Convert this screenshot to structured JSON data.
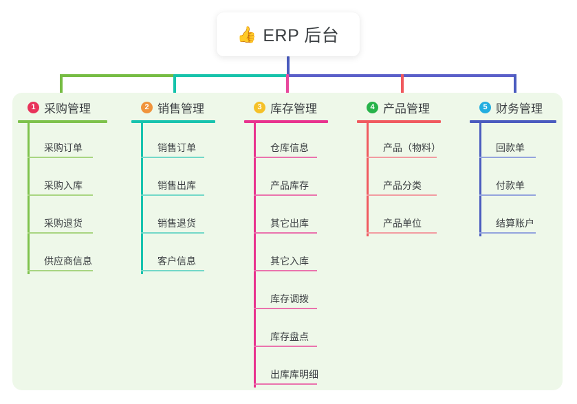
{
  "root": {
    "icon": "thumbs-up-icon",
    "icon_glyph": "👍",
    "title": "ERP 后台"
  },
  "palette": {
    "panel_bg": "#eef8e9",
    "page_bg": "#ffffff",
    "root_line": "#4a5bbf",
    "text": "#3c4043",
    "bar_green": "#76bc43",
    "bar_teal": "#16c3ab",
    "bar_blue": "#5a5fc9",
    "drop_green": "#76bc43",
    "drop_teal": "#16c3ab",
    "drop_pink": "#e8489d",
    "drop_red": "#f0595e",
    "drop_blue": "#4a5bbf"
  },
  "columns": [
    {
      "index": "1",
      "title": "采购管理",
      "badge_color": "#e8335a",
      "line_color": "#7dc24b",
      "rule_color": "#a8d581",
      "items": [
        "采购订单",
        "采购入库",
        "采购退货",
        "供应商信息"
      ]
    },
    {
      "index": "2",
      "title": "销售管理",
      "badge_color": "#f0943c",
      "line_color": "#17c3ae",
      "rule_color": "#72d8c8",
      "items": [
        "销售订单",
        "销售出库",
        "销售退货",
        "客户信息"
      ]
    },
    {
      "index": "3",
      "title": "库存管理",
      "badge_color": "#f5c128",
      "line_color": "#e8338e",
      "rule_color": "#ea73ad",
      "items": [
        "仓库信息",
        "产品库存",
        "其它出库",
        "其它入库",
        "库存调拨",
        "库存盘点",
        "出库库明细"
      ]
    },
    {
      "index": "4",
      "title": "产品管理",
      "badge_color": "#27b34a",
      "line_color": "#f05a5f",
      "rule_color": "#f29ba0",
      "items": [
        "产品（物料）",
        "产品分类",
        "产品单位"
      ]
    },
    {
      "index": "5",
      "title": "财务管理",
      "badge_color": "#23aee0",
      "line_color": "#4a5bbf",
      "rule_color": "#93a3dd",
      "items": [
        "回款单",
        "付款单",
        "结算账户"
      ]
    }
  ]
}
